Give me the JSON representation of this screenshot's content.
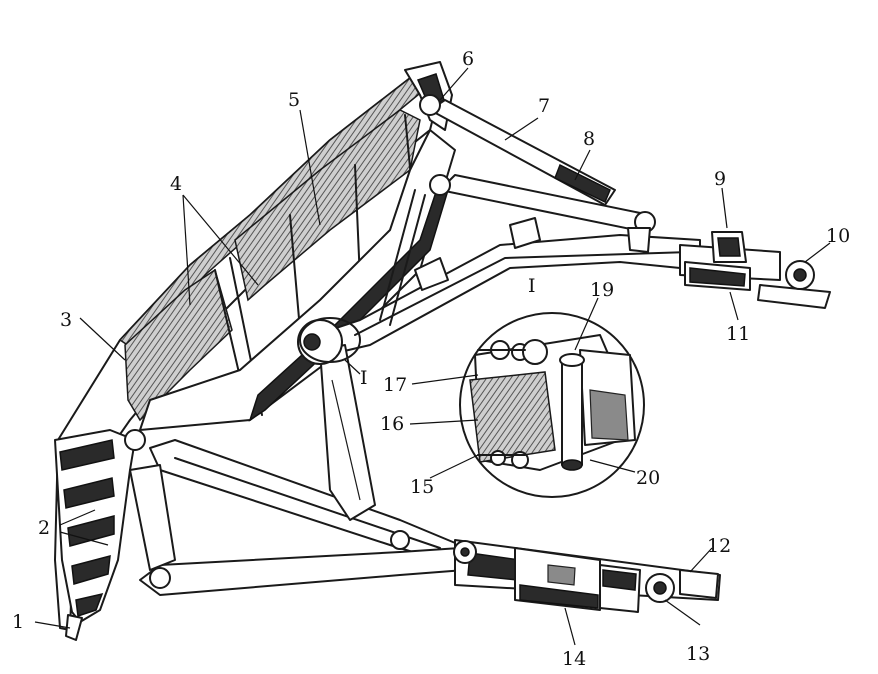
{
  "figure": {
    "callouts": [
      {
        "id": "c1a",
        "text": "1"
      },
      {
        "id": "c2",
        "text": "2"
      },
      {
        "id": "c3",
        "text": "3"
      },
      {
        "id": "c4",
        "text": "4"
      },
      {
        "id": "c5",
        "text": "5"
      },
      {
        "id": "c6",
        "text": "6"
      },
      {
        "id": "c7",
        "text": "7"
      },
      {
        "id": "c8",
        "text": "8"
      },
      {
        "id": "c9",
        "text": "9"
      },
      {
        "id": "c10",
        "text": "10"
      },
      {
        "id": "c11",
        "text": "11"
      },
      {
        "id": "c12",
        "text": "12"
      },
      {
        "id": "c13",
        "text": "13"
      },
      {
        "id": "c14",
        "text": "14"
      },
      {
        "id": "c15",
        "text": "15"
      },
      {
        "id": "c16",
        "text": "16"
      },
      {
        "id": "c17",
        "text": "17"
      },
      {
        "id": "c19",
        "text": "19"
      },
      {
        "id": "c20",
        "text": "20"
      },
      {
        "id": "ci1",
        "text": "I"
      },
      {
        "id": "ci2",
        "text": "I"
      }
    ]
  }
}
